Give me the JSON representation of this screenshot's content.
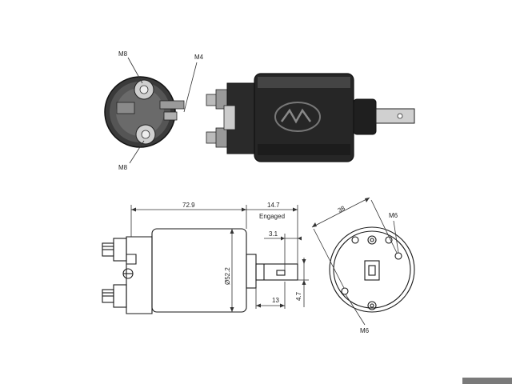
{
  "labels": {
    "terminal_top": "M8",
    "terminal_bottom": "M8",
    "terminal_small": "M4",
    "mount_hole_top": "M6",
    "mount_hole_bottom": "M6",
    "length_body": "72.9",
    "length_engaged": "14.7",
    "engaged_caption": "Engaged",
    "offset_small": "3.1",
    "diameter": "Ø52.2",
    "plunger_len": "13",
    "plunger_width": "4.7",
    "angle_dim": "38"
  },
  "colors": {
    "body_dark": "#2a2a2a",
    "line": "#1a1a1a",
    "accent_bar": "#7a7a7a"
  }
}
